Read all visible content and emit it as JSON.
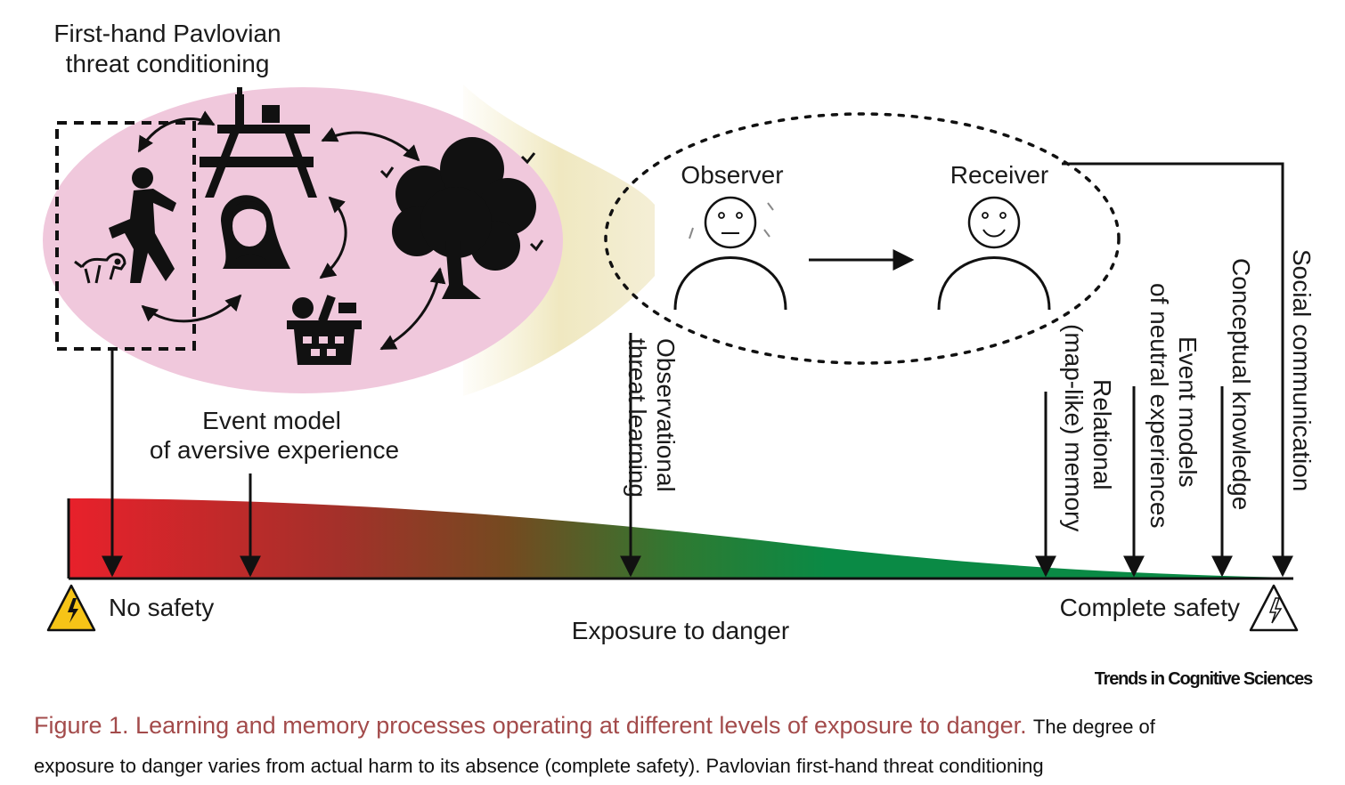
{
  "figure": {
    "firsthand_label": [
      "First-hand Pavlovian",
      "threat conditioning"
    ],
    "observer_label": "Observer",
    "receiver_label": "Receiver",
    "event_model_label": [
      "Event model",
      "of aversive experience"
    ],
    "observational_label": [
      "Observational",
      "threat learning"
    ],
    "relational_label": [
      "Relational",
      "(map-like) memory"
    ],
    "event_models_label": [
      "Event models",
      "of neutral experiences"
    ],
    "conceptual_label": "Conceptual knowledge",
    "social_label": "Social communication",
    "no_safety_label": "No safety",
    "complete_safety_label": "Complete safety",
    "axis_label": "Exposure to danger",
    "colors": {
      "danger": "#e8212b",
      "mid": "#7a4a1e",
      "safe": "#0a8a45",
      "bubble": "#f0c8dc",
      "warning_yellow": "#f6c417",
      "caption_title": "#a34b4b"
    },
    "icons": [
      "warning-icon",
      "person-icon",
      "dog-icon",
      "picnic-table-icon",
      "woman-icon",
      "tree-icon",
      "basket-icon",
      "bird-icon",
      "face-icon"
    ]
  },
  "journal_name": "Trends in Cognitive Sciences",
  "caption": {
    "title": "Figure 1. Learning and memory processes operating at different levels of exposure to danger.",
    "text_line1": "The degree of",
    "text_line2": "exposure to danger varies from actual harm to its absence (complete safety). Pavlovian first-hand threat conditioning"
  }
}
